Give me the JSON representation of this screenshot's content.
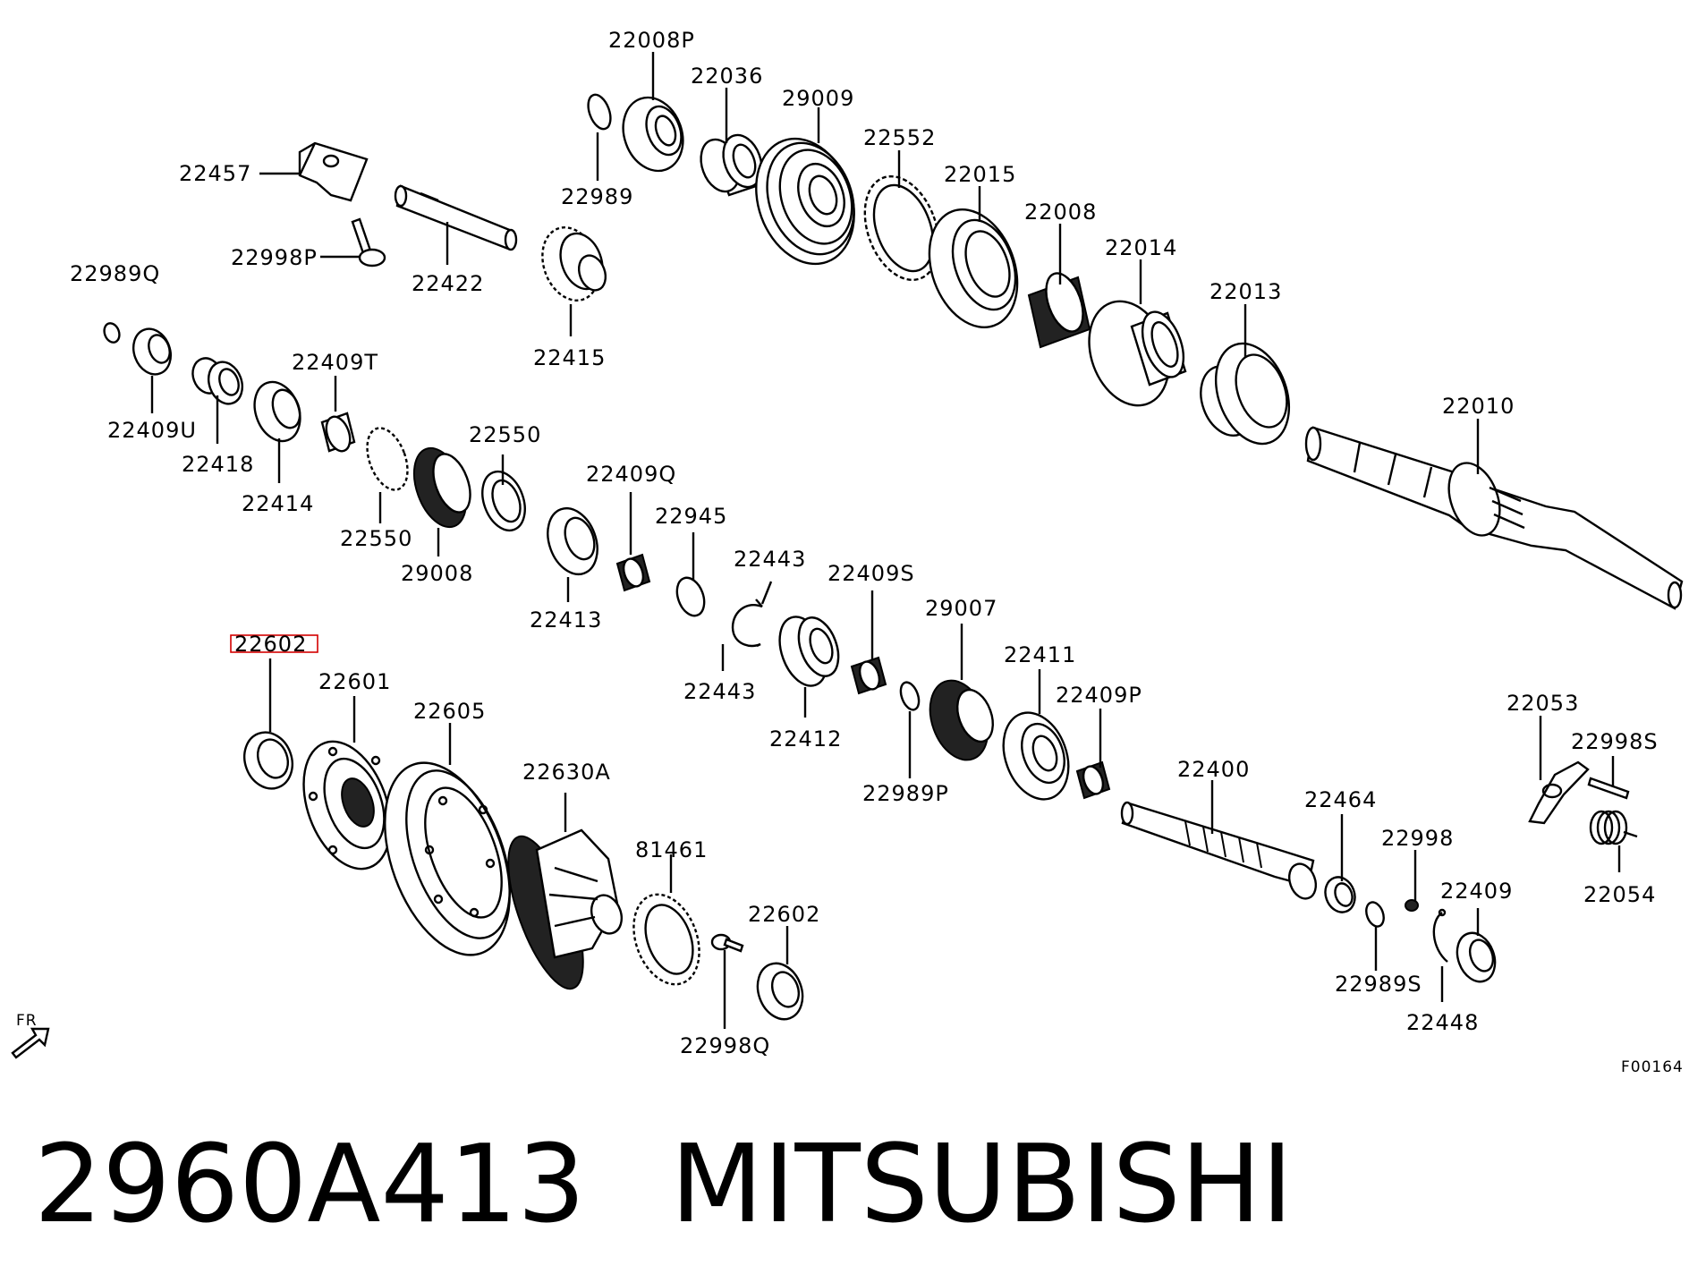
{
  "parts": [
    {
      "id": "22008P"
    },
    {
      "id": "22036"
    },
    {
      "id": "29009"
    },
    {
      "id": "22552"
    },
    {
      "id": "22015"
    },
    {
      "id": "22008"
    },
    {
      "id": "22014"
    },
    {
      "id": "22013"
    },
    {
      "id": "22010"
    },
    {
      "id": "22457"
    },
    {
      "id": "22998P"
    },
    {
      "id": "22422"
    },
    {
      "id": "22989"
    },
    {
      "id": "22415"
    },
    {
      "id": "22989Q"
    },
    {
      "id": "22409U"
    },
    {
      "id": "22418"
    },
    {
      "id": "22414"
    },
    {
      "id": "22409T"
    },
    {
      "id": "22550"
    },
    {
      "id": "22550"
    },
    {
      "id": "29008"
    },
    {
      "id": "22413"
    },
    {
      "id": "22409Q"
    },
    {
      "id": "22945"
    },
    {
      "id": "22443"
    },
    {
      "id": "22443"
    },
    {
      "id": "22409S"
    },
    {
      "id": "22412"
    },
    {
      "id": "29007"
    },
    {
      "id": "22989P"
    },
    {
      "id": "22411"
    },
    {
      "id": "22409P"
    },
    {
      "id": "22602",
      "highlighted": true
    },
    {
      "id": "22601"
    },
    {
      "id": "22605"
    },
    {
      "id": "22630A"
    },
    {
      "id": "81461"
    },
    {
      "id": "22602"
    },
    {
      "id": "22998Q"
    },
    {
      "id": "22400"
    },
    {
      "id": "22464"
    },
    {
      "id": "22998"
    },
    {
      "id": "22989S"
    },
    {
      "id": "22409"
    },
    {
      "id": "22448"
    },
    {
      "id": "22053"
    },
    {
      "id": "22998S"
    },
    {
      "id": "22054"
    }
  ],
  "direction_label": "FR",
  "figure_code": "F00164",
  "part_number": "2960A413",
  "brand": "MITSUBISHI",
  "highlight_color": "#d40000"
}
